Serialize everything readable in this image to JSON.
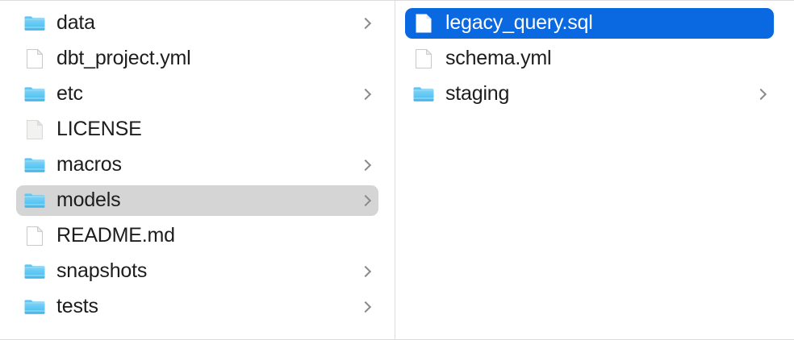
{
  "window": {
    "view_mode": "column-view",
    "app": "Finder"
  },
  "colors": {
    "selection_active": "#0a68e1",
    "selection_inactive": "#d5d5d5",
    "text": "#1d1d1f",
    "text_selected": "#ffffff",
    "folder_blue": "#5ac8f5",
    "divider": "#dcdcdc",
    "chevron": "#8a8a8e"
  },
  "columns": [
    {
      "name": "parent-column",
      "items": [
        {
          "label": "data",
          "kind": "folder",
          "icon": "folder-icon",
          "has_chevron": true,
          "selected": false,
          "selection_style": "none"
        },
        {
          "label": "dbt_project.yml",
          "kind": "file",
          "icon": "document-icon",
          "has_chevron": false,
          "selected": false,
          "selection_style": "none"
        },
        {
          "label": "etc",
          "kind": "folder",
          "icon": "folder-icon",
          "has_chevron": true,
          "selected": false,
          "selection_style": "none"
        },
        {
          "label": "LICENSE",
          "kind": "file",
          "icon": "document-plain-icon",
          "has_chevron": false,
          "selected": false,
          "selection_style": "none"
        },
        {
          "label": "macros",
          "kind": "folder",
          "icon": "folder-icon",
          "has_chevron": true,
          "selected": false,
          "selection_style": "none"
        },
        {
          "label": "models",
          "kind": "folder",
          "icon": "folder-icon",
          "has_chevron": true,
          "selected": true,
          "selection_style": "inactive"
        },
        {
          "label": "README.md",
          "kind": "file",
          "icon": "document-icon",
          "has_chevron": false,
          "selected": false,
          "selection_style": "none"
        },
        {
          "label": "snapshots",
          "kind": "folder",
          "icon": "folder-icon",
          "has_chevron": true,
          "selected": false,
          "selection_style": "none"
        },
        {
          "label": "tests",
          "kind": "folder",
          "icon": "folder-icon",
          "has_chevron": true,
          "selected": false,
          "selection_style": "none"
        }
      ]
    },
    {
      "name": "child-column",
      "items": [
        {
          "label": "legacy_query.sql",
          "kind": "file",
          "icon": "document-icon",
          "has_chevron": false,
          "selected": true,
          "selection_style": "active"
        },
        {
          "label": "schema.yml",
          "kind": "file",
          "icon": "document-icon",
          "has_chevron": false,
          "selected": false,
          "selection_style": "none"
        },
        {
          "label": "staging",
          "kind": "folder",
          "icon": "folder-icon",
          "has_chevron": true,
          "selected": false,
          "selection_style": "none"
        }
      ]
    }
  ]
}
